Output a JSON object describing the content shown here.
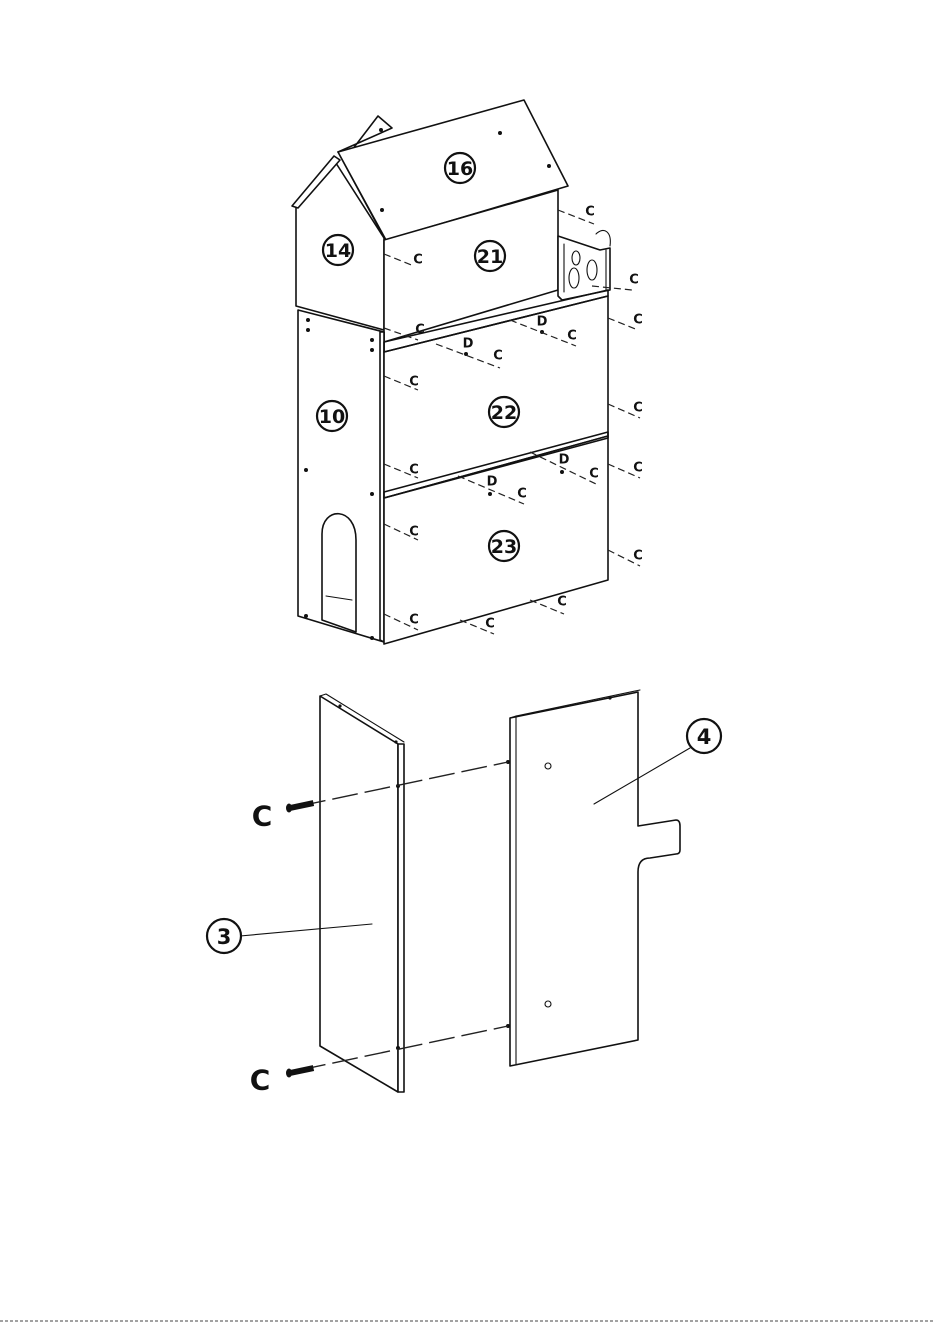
{
  "diagram": {
    "part_labels": [
      "16",
      "14",
      "21",
      "10",
      "22",
      "23",
      "4",
      "3"
    ],
    "hardware_labels": {
      "screw": "C",
      "dowel": "D"
    }
  }
}
